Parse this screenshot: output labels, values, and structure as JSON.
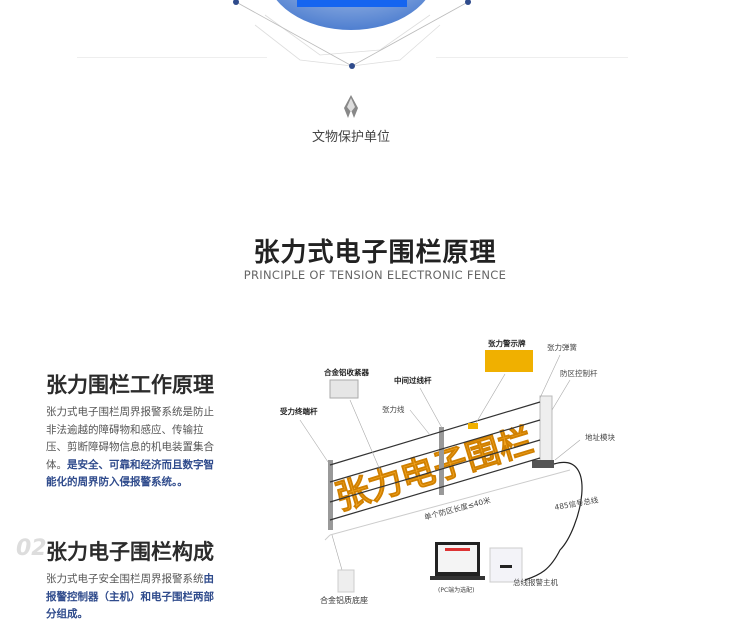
{
  "protection_site": {
    "icon": "heritage-icon",
    "label": "文物保护单位"
  },
  "section": {
    "title": "张力式电子围栏原理",
    "subtitle": "PRINCIPLE OF TENSION ELECTRONIC FENCE"
  },
  "blocks": [
    {
      "number": "",
      "heading": "张力围栏工作原理",
      "text": "张力式电子围栏周界报警系统是防止非法逾越的障碍物和感应、传输拉压、剪断障碍物信息的机电装置集合体。",
      "highlight": "是安全、可靠和经济而且数字智能化的周界防入侵报警系统。。"
    },
    {
      "number": "02",
      "heading": "张力电子围栏构成",
      "text": "张力式电子安全围栏周界报警系统",
      "highlight": "由报警控制器（主机）和电子围栏两部分组成。"
    }
  ],
  "diagram": {
    "labels": {
      "warning_sign": "张力警示牌",
      "spring": "张力弹簧",
      "control_post": "防区控制杆",
      "tightener": "合金铝收紧器",
      "middle_post": "中间过线杆",
      "terminal_post": "受力终端杆",
      "wire": "张力线",
      "address_module": "地址模块",
      "zone_length": "单个防区长度≤40米",
      "bus": "485信号总线",
      "host": "总线报警主机",
      "pc": "(PC端为选配)",
      "bracket": "合金铝质底座",
      "banner": "张力电子围栏"
    },
    "colors": {
      "banner": "#f5a623",
      "accent": "#2f4b8c",
      "sign": "#f0b000"
    }
  }
}
